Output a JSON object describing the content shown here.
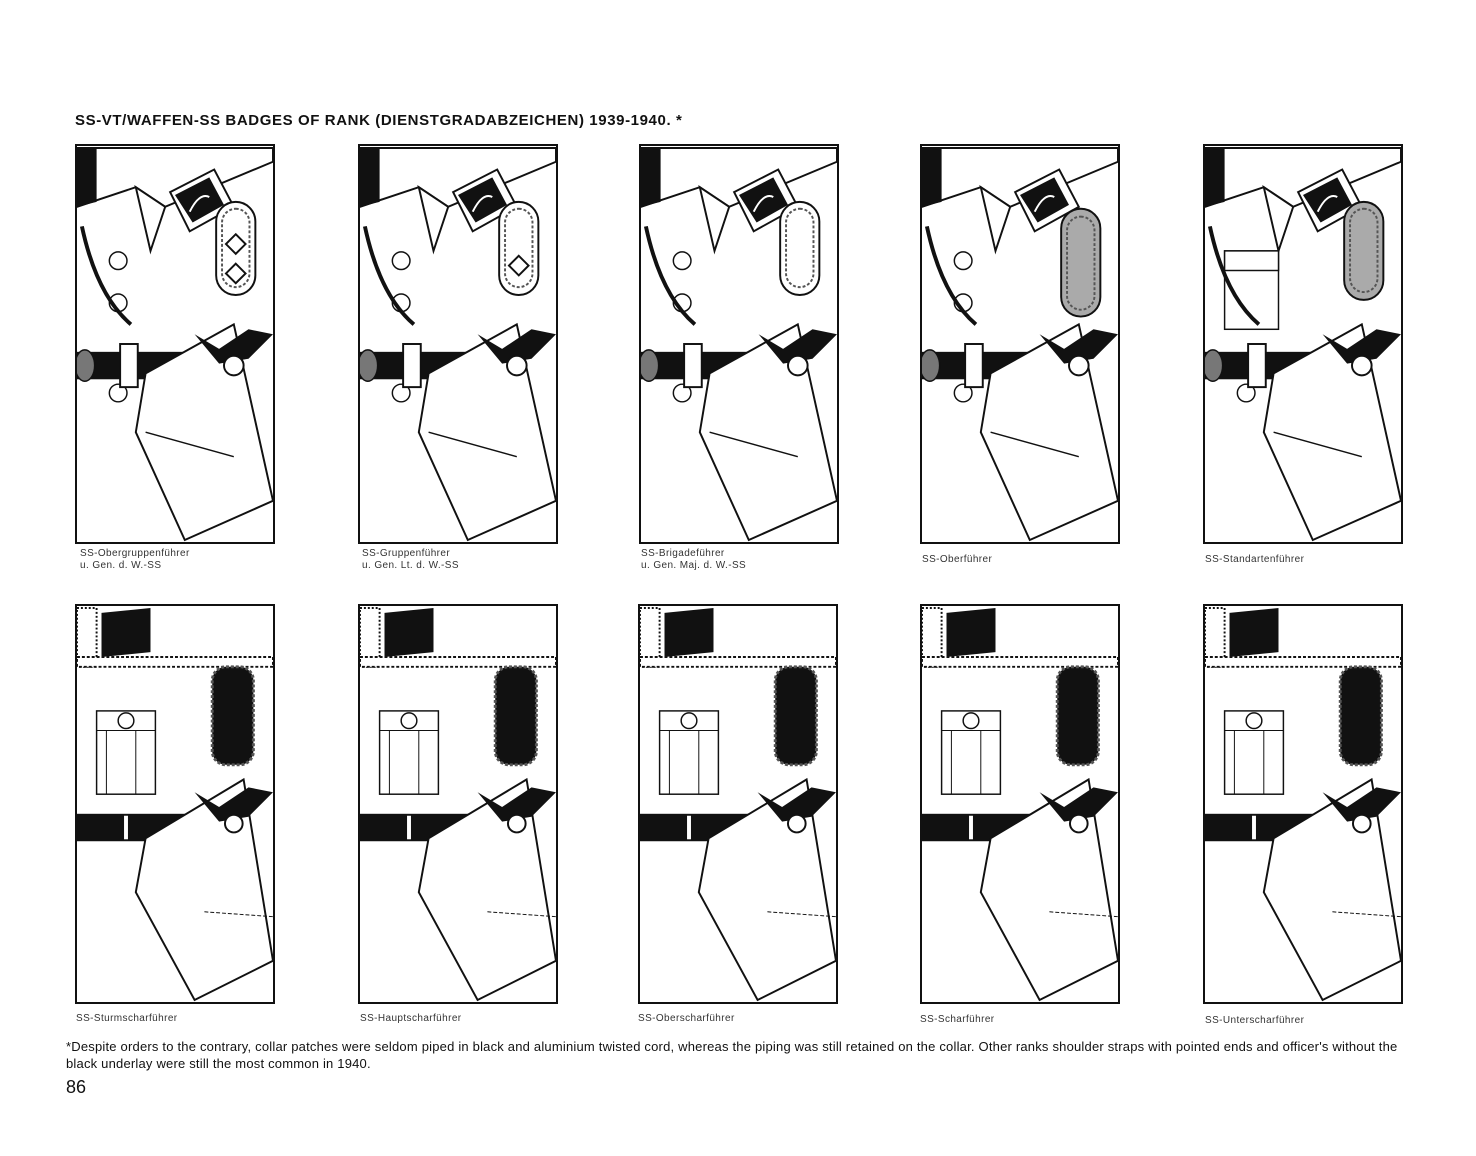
{
  "page": {
    "title": "SS-VT/WAFFEN-SS BADGES OF RANK (DIENSTGRADABZEICHEN) 1939-1940. *",
    "footnote": "*Despite orders to the contrary, collar patches were seldom piped in black and aluminium twisted cord, whereas the piping was still retained on the collar. Other ranks shoulder straps with pointed ends and officer's without the black underlay were still the most common in 1940.",
    "page_number": "86"
  },
  "plates": [
    {
      "caption_1": "SS-Obergruppenführer",
      "caption_2": "u. Gen. d. W.-SS",
      "icon": "general-tunic-illustration"
    },
    {
      "caption_1": "SS-Gruppenführer",
      "caption_2": "u. Gen. Lt. d. W.-SS",
      "icon": "general-tunic-illustration"
    },
    {
      "caption_1": "SS-Brigadeführer",
      "caption_2": "u. Gen. Maj. d. W.-SS",
      "icon": "general-tunic-illustration"
    },
    {
      "caption_1": "SS-Oberführer",
      "caption_2": "",
      "icon": "officer-tunic-illustration"
    },
    {
      "caption_1": "SS-Standartenführer",
      "caption_2": "",
      "icon": "officer-tunic-illustration"
    },
    {
      "caption_1": "SS-Sturmscharführer",
      "caption_2": "",
      "icon": "nco-tunic-illustration"
    },
    {
      "caption_1": "SS-Hauptscharführer",
      "caption_2": "",
      "icon": "nco-tunic-illustration"
    },
    {
      "caption_1": "SS-Oberscharführer",
      "caption_2": "",
      "icon": "nco-tunic-illustration"
    },
    {
      "caption_1": "SS-Scharführer",
      "caption_2": "",
      "icon": "nco-tunic-illustration"
    },
    {
      "caption_1": "SS-Unterscharführer",
      "caption_2": "",
      "icon": "nco-tunic-illustration"
    }
  ]
}
